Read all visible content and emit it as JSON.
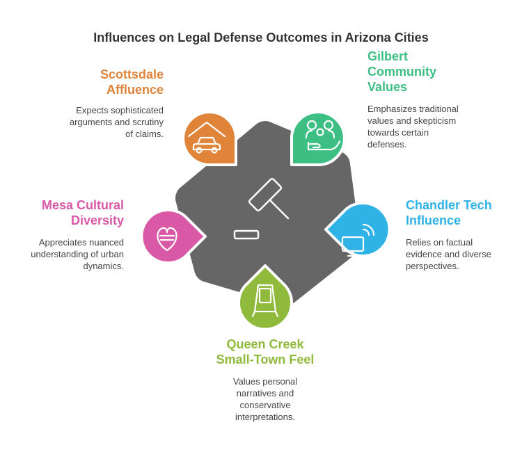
{
  "title": "Influences on Legal Defense Outcomes in Arizona Cities",
  "colors": {
    "center": "#666666",
    "scottsdale": "#e0843a",
    "gilbert": "#3dbf84",
    "chandler": "#2fb3e6",
    "queen_creek": "#8fba3c",
    "mesa": "#d959a7"
  },
  "center_icon": "gavel-icon",
  "factors": [
    {
      "key": "scottsdale",
      "heading_lines": [
        "Scottsdale",
        "Affluence"
      ],
      "description_lines": [
        "Expects sophisticated",
        "arguments and scrutiny",
        "of claims."
      ],
      "icon": "car-house-icon"
    },
    {
      "key": "gilbert",
      "heading_lines": [
        "Gilbert",
        "Community",
        "Values"
      ],
      "description_lines": [
        "Emphasizes traditional",
        "values and skepticism",
        "towards certain",
        "defenses."
      ],
      "icon": "family-hand-icon"
    },
    {
      "key": "chandler",
      "heading_lines": [
        "Chandler Tech",
        "Influence"
      ],
      "description_lines": [
        "Relies on factual",
        "evidence and diverse",
        "perspectives."
      ],
      "icon": "smart-tv-icon"
    },
    {
      "key": "queen_creek",
      "heading_lines": [
        "Queen Creek",
        "Small-Town Feel"
      ],
      "description_lines": [
        "Values personal",
        "narratives and",
        "conservative",
        "interpretations."
      ],
      "icon": "sign-board-icon"
    },
    {
      "key": "mesa",
      "heading_lines": [
        "Mesa Cultural",
        "Diversity"
      ],
      "description_lines": [
        "Appreciates nuanced",
        "understanding of urban",
        "dynamics."
      ],
      "icon": "heart-location-icon"
    }
  ]
}
